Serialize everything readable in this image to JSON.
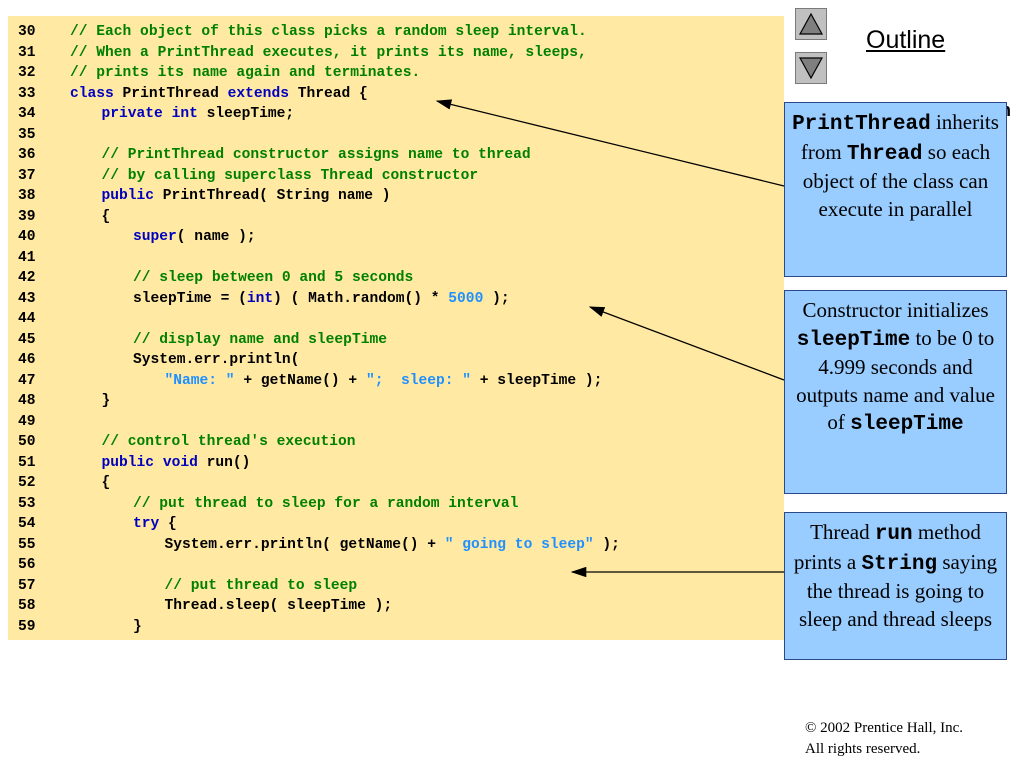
{
  "code": {
    "lines": [
      {
        "num": "30",
        "indent": 0,
        "tokens": [
          {
            "t": "// Each object of this class picks a random sleep interval.",
            "k": "comment"
          }
        ]
      },
      {
        "num": "31",
        "indent": 0,
        "tokens": [
          {
            "t": "// When a PrintThread executes, it prints its name, sleeps,",
            "k": "comment"
          }
        ]
      },
      {
        "num": "32",
        "indent": 0,
        "tokens": [
          {
            "t": "// prints its name again and terminates.",
            "k": "comment"
          }
        ]
      },
      {
        "num": "33",
        "indent": 0,
        "tokens": [
          {
            "t": "class",
            "k": "keyword"
          },
          {
            "t": " PrintThread ",
            "k": "plain"
          },
          {
            "t": "extends",
            "k": "keyword"
          },
          {
            "t": " Thread {",
            "k": "plain"
          }
        ]
      },
      {
        "num": "34",
        "indent": 3,
        "tokens": [
          {
            "t": "private",
            "k": "keyword"
          },
          {
            "t": " ",
            "k": "plain"
          },
          {
            "t": "int",
            "k": "keyword"
          },
          {
            "t": " sleepTime;",
            "k": "plain"
          }
        ]
      },
      {
        "num": "35",
        "indent": 0,
        "tokens": []
      },
      {
        "num": "36",
        "indent": 3,
        "tokens": [
          {
            "t": "// PrintThread constructor assigns name to thread",
            "k": "comment"
          }
        ]
      },
      {
        "num": "37",
        "indent": 3,
        "tokens": [
          {
            "t": "// by calling superclass Thread constructor",
            "k": "comment"
          }
        ]
      },
      {
        "num": "38",
        "indent": 3,
        "tokens": [
          {
            "t": "public",
            "k": "keyword"
          },
          {
            "t": " PrintThread( String name )",
            "k": "plain"
          }
        ]
      },
      {
        "num": "39",
        "indent": 3,
        "tokens": [
          {
            "t": "{",
            "k": "plain"
          }
        ]
      },
      {
        "num": "40",
        "indent": 6,
        "tokens": [
          {
            "t": "super",
            "k": "keyword"
          },
          {
            "t": "( name );",
            "k": "plain"
          }
        ]
      },
      {
        "num": "41",
        "indent": 0,
        "tokens": []
      },
      {
        "num": "42",
        "indent": 6,
        "tokens": [
          {
            "t": "// sleep between 0 and 5 seconds",
            "k": "comment"
          }
        ]
      },
      {
        "num": "43",
        "indent": 6,
        "tokens": [
          {
            "t": "sleepTime = (",
            "k": "plain"
          },
          {
            "t": "int",
            "k": "keyword"
          },
          {
            "t": ") ( Math.random() * ",
            "k": "plain"
          },
          {
            "t": "5000",
            "k": "number"
          },
          {
            "t": " );",
            "k": "plain"
          }
        ]
      },
      {
        "num": "44",
        "indent": 0,
        "tokens": []
      },
      {
        "num": "45",
        "indent": 6,
        "tokens": [
          {
            "t": "// display name and sleepTime",
            "k": "comment"
          }
        ]
      },
      {
        "num": "46",
        "indent": 6,
        "tokens": [
          {
            "t": "System.err.println(",
            "k": "plain"
          }
        ]
      },
      {
        "num": "47",
        "indent": 9,
        "tokens": [
          {
            "t": "\"Name: \"",
            "k": "string"
          },
          {
            "t": " + getName() + ",
            "k": "plain"
          },
          {
            "t": "\";  sleep: \"",
            "k": "string"
          },
          {
            "t": " + sleepTime );",
            "k": "plain"
          }
        ]
      },
      {
        "num": "48",
        "indent": 3,
        "tokens": [
          {
            "t": "}",
            "k": "plain"
          }
        ]
      },
      {
        "num": "49",
        "indent": 0,
        "tokens": []
      },
      {
        "num": "50",
        "indent": 3,
        "tokens": [
          {
            "t": "// control thread's execution",
            "k": "comment"
          }
        ]
      },
      {
        "num": "51",
        "indent": 3,
        "tokens": [
          {
            "t": "public",
            "k": "keyword"
          },
          {
            "t": " ",
            "k": "plain"
          },
          {
            "t": "void",
            "k": "keyword"
          },
          {
            "t": " run()",
            "k": "plain"
          }
        ]
      },
      {
        "num": "52",
        "indent": 3,
        "tokens": [
          {
            "t": "{",
            "k": "plain"
          }
        ]
      },
      {
        "num": "53",
        "indent": 6,
        "tokens": [
          {
            "t": "// put thread to sleep for a random interval",
            "k": "comment"
          }
        ]
      },
      {
        "num": "54",
        "indent": 6,
        "tokens": [
          {
            "t": "try",
            "k": "keyword"
          },
          {
            "t": " {",
            "k": "plain"
          }
        ]
      },
      {
        "num": "55",
        "indent": 9,
        "tokens": [
          {
            "t": "System.err.println( getName() + ",
            "k": "plain"
          },
          {
            "t": "\" going to sleep\"",
            "k": "string"
          },
          {
            "t": " );",
            "k": "plain"
          }
        ]
      },
      {
        "num": "56",
        "indent": 0,
        "tokens": []
      },
      {
        "num": "57",
        "indent": 9,
        "tokens": [
          {
            "t": "// put thread to sleep",
            "k": "comment"
          }
        ]
      },
      {
        "num": "58",
        "indent": 9,
        "tokens": [
          {
            "t": "Thread.sleep( sleepTime );",
            "k": "plain"
          }
        ]
      },
      {
        "num": "59",
        "indent": 6,
        "tokens": [
          {
            "t": "}",
            "k": "plain"
          }
        ]
      }
    ]
  },
  "nav": {
    "outline_label": "Outline",
    "up_icon": "triangle-up-icon",
    "down_icon": "triangle-down-icon",
    "clipped_text": "n"
  },
  "callouts": {
    "c1": {
      "p1": "PrintThread",
      "p2": " inherits from ",
      "p3": "Thread",
      "p4": " so each object of the class can execute in parallel"
    },
    "c2": {
      "p1": "Constructor initializes ",
      "p2": "sleepTime",
      "p3": " to be 0 to 4.999 seconds and outputs name and value of ",
      "p4": "sleepTime"
    },
    "c3": {
      "p1": "Thread ",
      "p2": "run",
      "p3": " method prints a ",
      "p4": "String",
      "p5": " saying the thread is going to sleep and thread sleeps"
    }
  },
  "footer": {
    "copyright_line1": "© 2002 Prentice Hall, Inc.",
    "copyright_line2": "All rights reserved."
  },
  "colors": {
    "code_background": "#ffe9a3",
    "comment": "#008000",
    "keyword": "#0000c0",
    "string_literal": "#1e90ff",
    "callout_fill": "#99ccff"
  }
}
